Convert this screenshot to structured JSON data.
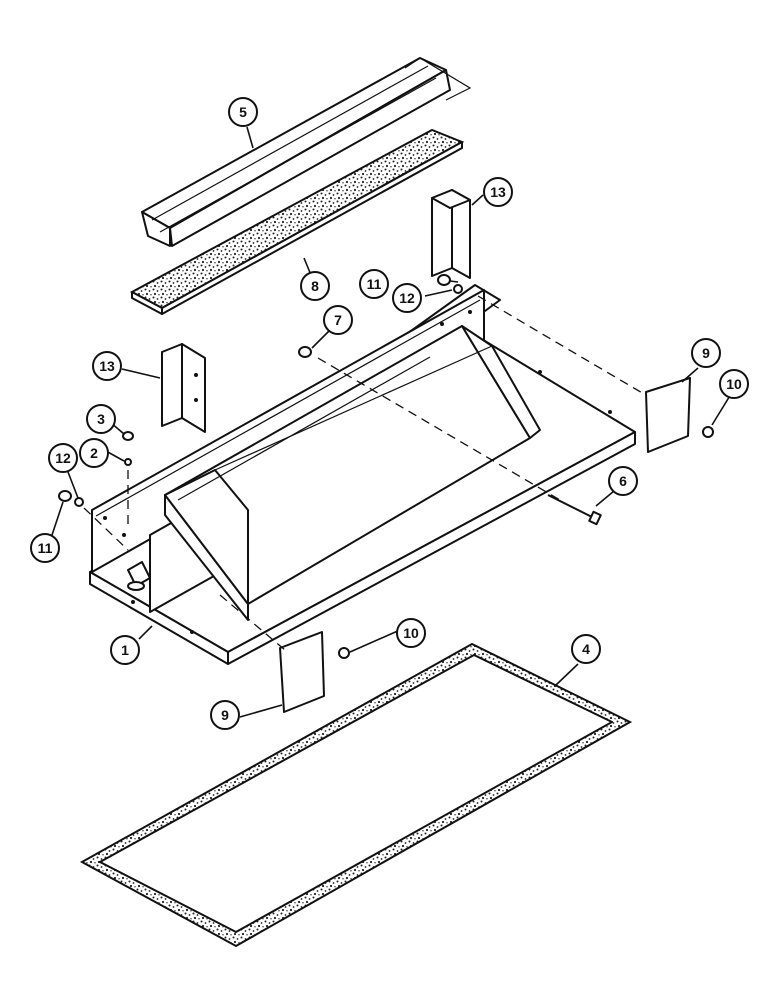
{
  "callouts": [
    {
      "id": "c1",
      "label": "1"
    },
    {
      "id": "c2",
      "label": "2"
    },
    {
      "id": "c3",
      "label": "3"
    },
    {
      "id": "c4",
      "label": "4"
    },
    {
      "id": "c5",
      "label": "5"
    },
    {
      "id": "c6",
      "label": "6"
    },
    {
      "id": "c7",
      "label": "7"
    },
    {
      "id": "c8",
      "label": "8"
    },
    {
      "id": "c9a",
      "label": "9"
    },
    {
      "id": "c9b",
      "label": "9"
    },
    {
      "id": "c10a",
      "label": "10"
    },
    {
      "id": "c10b",
      "label": "10"
    },
    {
      "id": "c11a",
      "label": "11"
    },
    {
      "id": "c11b",
      "label": "11"
    },
    {
      "id": "c12a",
      "label": "12"
    },
    {
      "id": "c12b",
      "label": "12"
    },
    {
      "id": "c13a",
      "label": "13"
    },
    {
      "id": "c13b",
      "label": "13"
    }
  ]
}
